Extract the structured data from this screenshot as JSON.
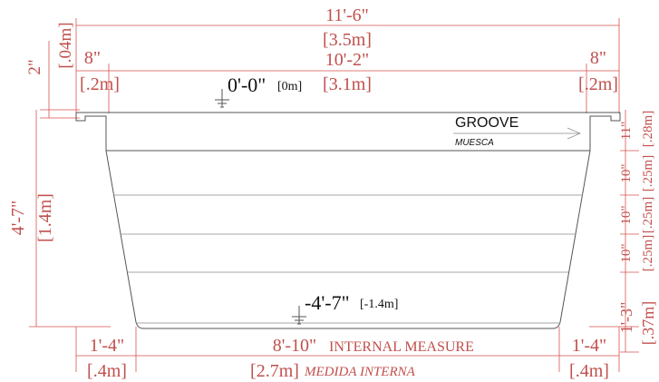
{
  "dimensions": {
    "overall_width": {
      "imperial": "11'-6\"",
      "metric": "[3.5m]"
    },
    "inner_top_width": {
      "imperial": "10'-2\"",
      "metric": "[3.1m]"
    },
    "coping_left": {
      "imperial": "8\"",
      "metric": "[.2m]"
    },
    "coping_right": {
      "imperial": "8\"",
      "metric": "[.2m]"
    },
    "rim_height": {
      "imperial": "2\"",
      "metric": "[.04m]"
    },
    "total_depth": {
      "imperial": "4'-7\"",
      "metric": "[1.4m]"
    },
    "bottom_width": {
      "imperial": "8'-10\"",
      "metric": "[2.7m]"
    },
    "bottom_left_offset": {
      "imperial": "1'-4\"",
      "metric": "[.4m]"
    },
    "bottom_right_offset": {
      "imperial": "1'-4\"",
      "metric": "[.4m]"
    },
    "step_1": {
      "imperial": "11\"",
      "metric": "[.28m]"
    },
    "step_2": {
      "imperial": "10\"",
      "metric": "[.25m]"
    },
    "step_3": {
      "imperial": "10\"",
      "metric": "[.25m]"
    },
    "step_4": {
      "imperial": "10\"",
      "metric": "[.25m]"
    },
    "step_5": {
      "imperial": "1'-3\"",
      "metric": "[.37m]"
    }
  },
  "levels": {
    "top": {
      "value": "0'-0\"",
      "metric": "[0m]"
    },
    "bottom": {
      "value": "-4'-7\"",
      "metric": "[-1.4m]"
    }
  },
  "labels": {
    "groove_en": "GROOVE",
    "groove_es": "MUESCA",
    "internal_en": "INTERNAL MEASURE",
    "internal_es": "MEDIDA INTERNA"
  }
}
